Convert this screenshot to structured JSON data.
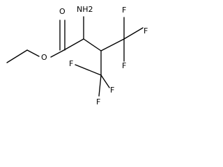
{
  "molecule": {
    "atoms": {
      "carbonyl_oxygen": "O",
      "ester_oxygen": "O",
      "amine": "NH2",
      "upper_fluorines": [
        "F",
        "F",
        "F"
      ],
      "lower_fluorines": [
        "F",
        "F",
        "F"
      ]
    },
    "colors": {
      "bond": "#000000",
      "text": "#000000",
      "background": "#ffffff"
    }
  }
}
